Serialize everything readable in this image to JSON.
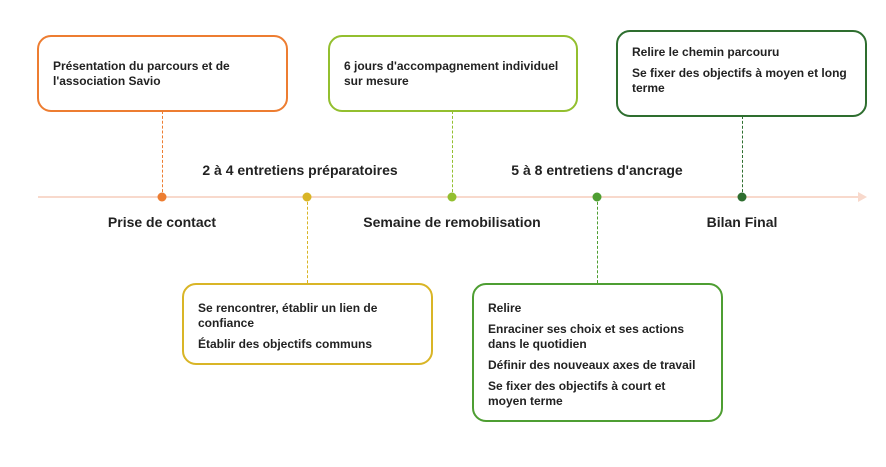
{
  "colors": {
    "orange": "#ed7d31",
    "yellow": "#d9b526",
    "lime": "#93bf2f",
    "green": "#4e9e32",
    "darkgreen": "#2e6e2f",
    "axis": "#f8d9cc"
  },
  "milestones": [
    {
      "label": "Prise de contact",
      "box": [
        "Présentation du parcours et de l'association Savio"
      ]
    },
    {
      "label": "2 à 4 entretiens préparatoires",
      "box": [
        "Se rencontrer, établir un lien de confiance",
        "Établir des objectifs communs"
      ]
    },
    {
      "label": "Semaine de remobilisation",
      "box": [
        "6 jours d'accompagnement individuel sur mesure"
      ]
    },
    {
      "label": "5 à 8 entretiens d'ancrage",
      "box": [
        "Relire",
        "Enraciner ses choix et ses actions dans le quotidien",
        "Définir des nouveaux axes de travail",
        "Se fixer des objectifs à court et moyen terme"
      ]
    },
    {
      "label": "Bilan Final",
      "box": [
        "Relire le chemin parcouru",
        "Se fixer des objectifs à moyen et long terme"
      ]
    }
  ]
}
